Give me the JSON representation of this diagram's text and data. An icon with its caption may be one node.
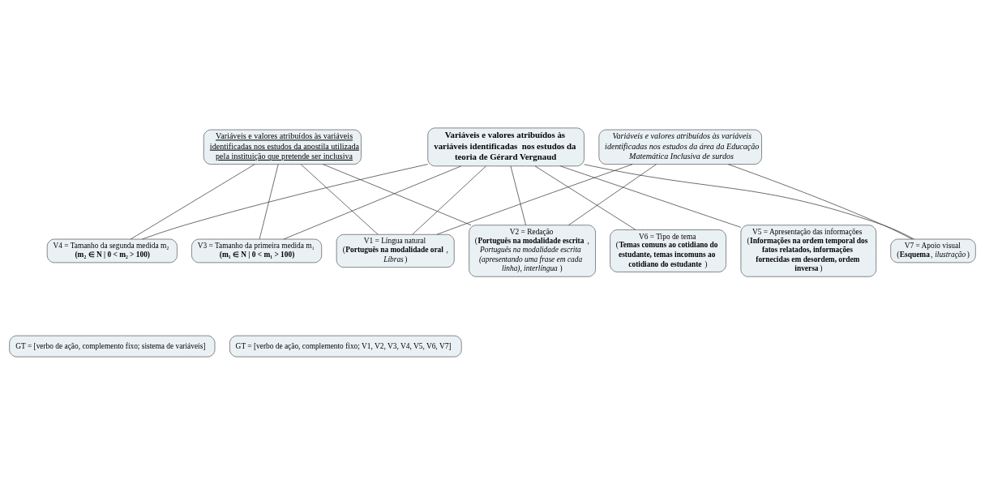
{
  "diagram": {
    "nodes": [
      {
        "text": [
          "Variáveis e valores atribuídos às variáveis identificadas  nos estudos da teoria de Gérard Vergnaud"
        ]
      },
      {
        "text": [
          "Variáveis e valores atribuídos às variáveis identificadas nos estudos da apostila utilizada pela instituição que pretende ser inclusiva"
        ]
      },
      {
        "text": [
          "Variáveis e valores atribuídos às variáveis identificadas nos estudos da área da Educação Matemática Inclusiva de surdos"
        ]
      },
      {
        "text": [
          "V3 = Tamanho da primeira medida m₁",
          "**(m₁ ∈ N | 0 < m₁ > 100)**"
        ]
      },
      {
        "text": [
          "V7 = Apoio visual",
          "(**Esquema**, *ilustração*)"
        ]
      },
      {
        "text": [
          "V1 = Língua natural",
          "(**Português na modalidade oral**, *Libras*)"
        ]
      },
      {
        "text": [
          "V6 = Tipo de tema",
          "(**Temas comuns ao cotidiano do estudante, temas incomuns ao cotidiano do estudante**)"
        ]
      },
      {
        "text": [
          "V4 = Tamanho da segunda medida m₂",
          "**(m₂ ∈ N | 0 < m₂ > 100)**"
        ]
      },
      {
        "text": [
          "V5 = Apresentação das informações",
          "(**Informações na ordem temporal dos fatos relatados, informações fornecidas em desordem, ordem inversa**)"
        ]
      },
      {
        "text": [
          "V2 = Redação",
          "(**Português na modalidade escrita**, *Português na modalidade escrita (apresentando uma frase em cada linha), interlíngua*)"
        ]
      },
      {
        "text": [
          "GT = [verbo de ação, complemento fixo; sistema de variáveis]"
        ]
      },
      {
        "text": [
          "GT = [verbo de ação, complemento fixo; V1, V2, V3, V4, V5, V6, V7]"
        ]
      }
    ],
    "edges": [
      {
        "from": 0,
        "to": 3,
        "arrow": "none"
      },
      {
        "from": 0,
        "to": 7,
        "arrow": "none"
      },
      {
        "from": 0,
        "to": 8,
        "arrow": "none"
      },
      {
        "from": 0,
        "to": 6,
        "arrow": "none"
      },
      {
        "from": 0,
        "to": 9,
        "arrow": "none"
      },
      {
        "from": 0,
        "to": 5,
        "arrow": "none"
      },
      {
        "from": 0,
        "to": 4,
        "arrow": "none"
      },
      {
        "from": 1,
        "to": 3,
        "arrow": "none"
      },
      {
        "from": 1,
        "to": 7,
        "arrow": "none"
      },
      {
        "from": 1,
        "to": 9,
        "arrow": "none"
      },
      {
        "from": 1,
        "to": 5,
        "arrow": "none"
      },
      {
        "from": 2,
        "to": 9,
        "arrow": "none"
      },
      {
        "from": 2,
        "to": 5,
        "arrow": "none"
      },
      {
        "from": 2,
        "to": 4,
        "arrow": "none"
      }
    ]
  }
}
